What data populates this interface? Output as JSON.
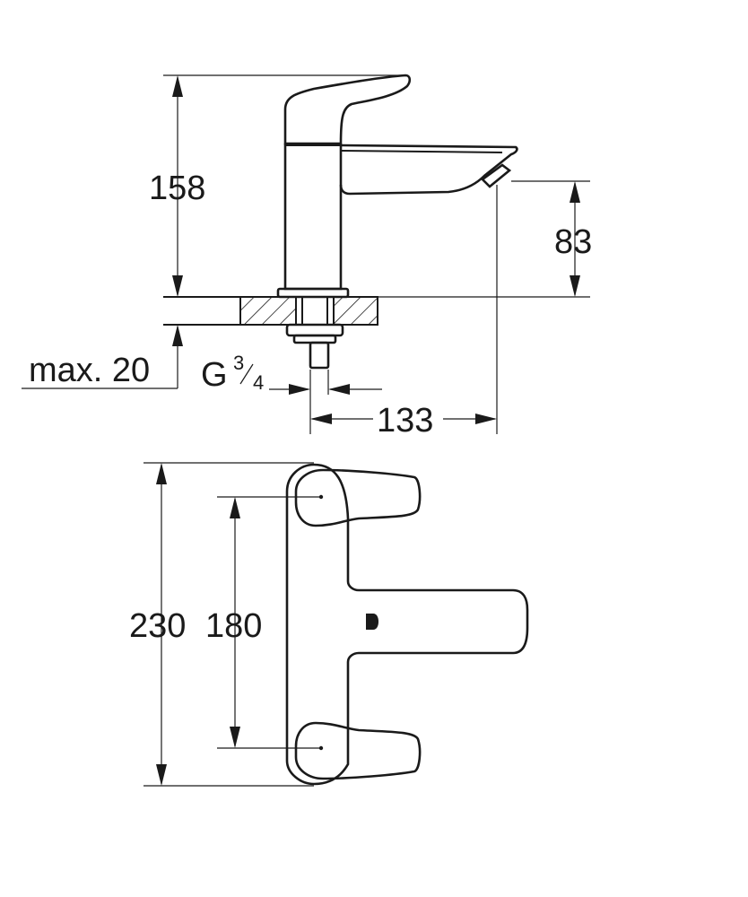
{
  "dimensions": {
    "height_total": "158",
    "spout_height": "83",
    "max_deck": "max. 20",
    "thread_g": "G",
    "thread_num": "3",
    "thread_den": "4",
    "projection": "133",
    "overall_width": "230",
    "centers": "180"
  }
}
